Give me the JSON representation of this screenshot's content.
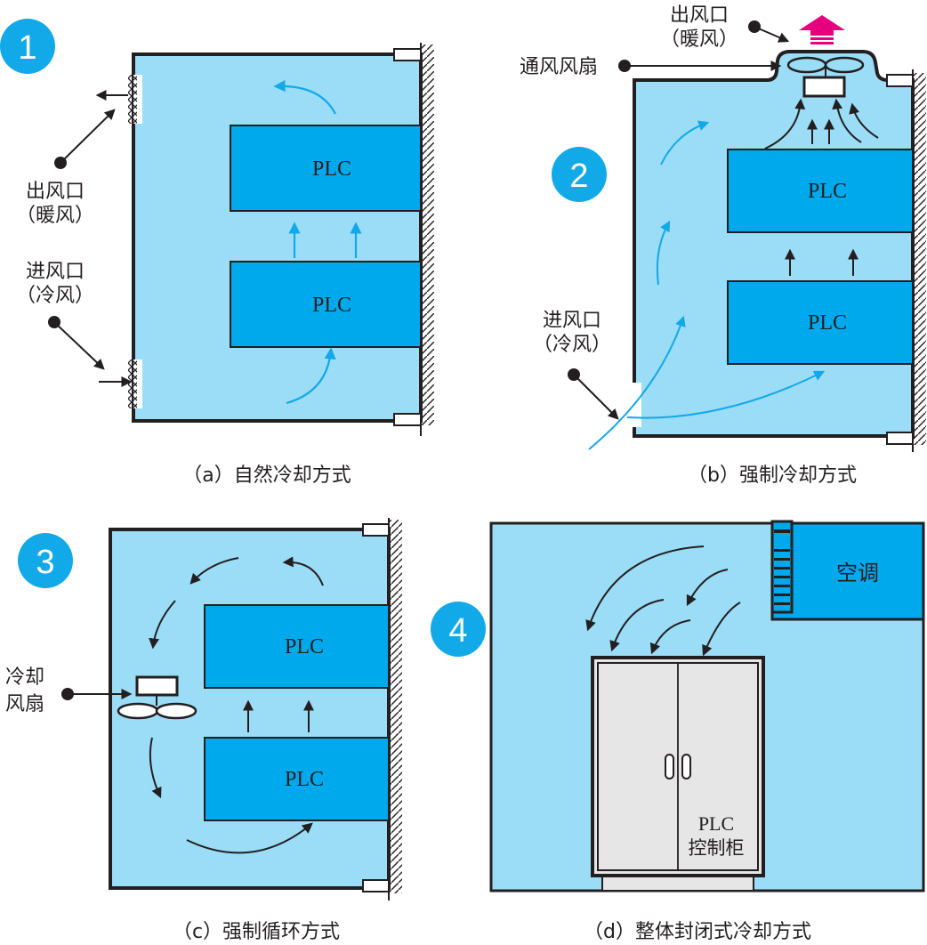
{
  "colors": {
    "cabinet_fill": "#9bdcf6",
    "plc_fill": "#00a9ec",
    "badge_fill": "#12a9e8",
    "airflow_blue": "#12a9e8",
    "outline": "#231f20",
    "exhaust_arrow": "#e6007e",
    "panel_door": "#e6e6e6"
  },
  "panels": [
    {
      "badge": "1",
      "caption": "（a）自然冷却方式",
      "modules": [
        "PLC",
        "PLC"
      ],
      "outlet_label_line1": "出风口",
      "outlet_label_line2": "（暖风）",
      "inlet_label_line1": "进风口",
      "inlet_label_line2": "（冷风）"
    },
    {
      "badge": "2",
      "caption": "（b）强制冷却方式",
      "modules": [
        "PLC",
        "PLC"
      ],
      "outlet_label_line1": "出风口",
      "outlet_label_line2": "（暖风）",
      "fan_label": "通风风扇",
      "inlet_label_line1": "进风口",
      "inlet_label_line2": "（冷风）"
    },
    {
      "badge": "3",
      "caption": "（c）强制循环方式",
      "modules": [
        "PLC",
        "PLC"
      ],
      "fan_label_line1": "冷却",
      "fan_label_line2": "风扇"
    },
    {
      "badge": "4",
      "caption": "（d）整体封闭式冷却方式",
      "ac_label": "空调",
      "cabinet_label_line1": "PLC",
      "cabinet_label_line2": "控制柜"
    }
  ]
}
